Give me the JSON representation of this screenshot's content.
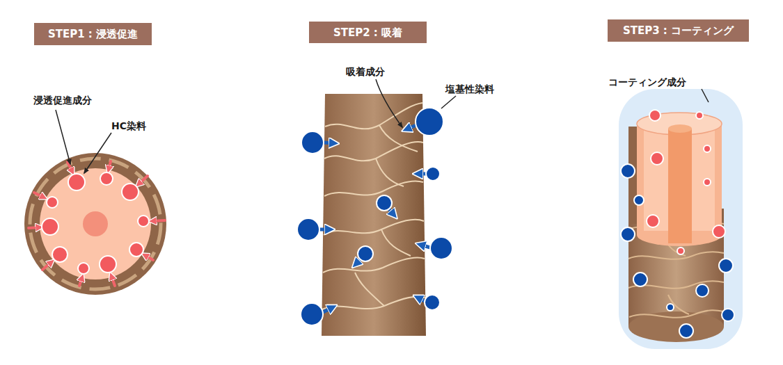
{
  "diagram": {
    "nodes": [
      {
        "text": [
          "STEP1 : 浸透促進"
        ]
      },
      {
        "text": [
          "STEP2 : 吸着"
        ]
      },
      {
        "text": [
          "STEP3 : コーティング"
        ]
      }
    ],
    "labels": [
      "浸透促進成分",
      "HC染料",
      "吸着成分",
      "塩基性染料",
      "コーティング成分"
    ]
  }
}
